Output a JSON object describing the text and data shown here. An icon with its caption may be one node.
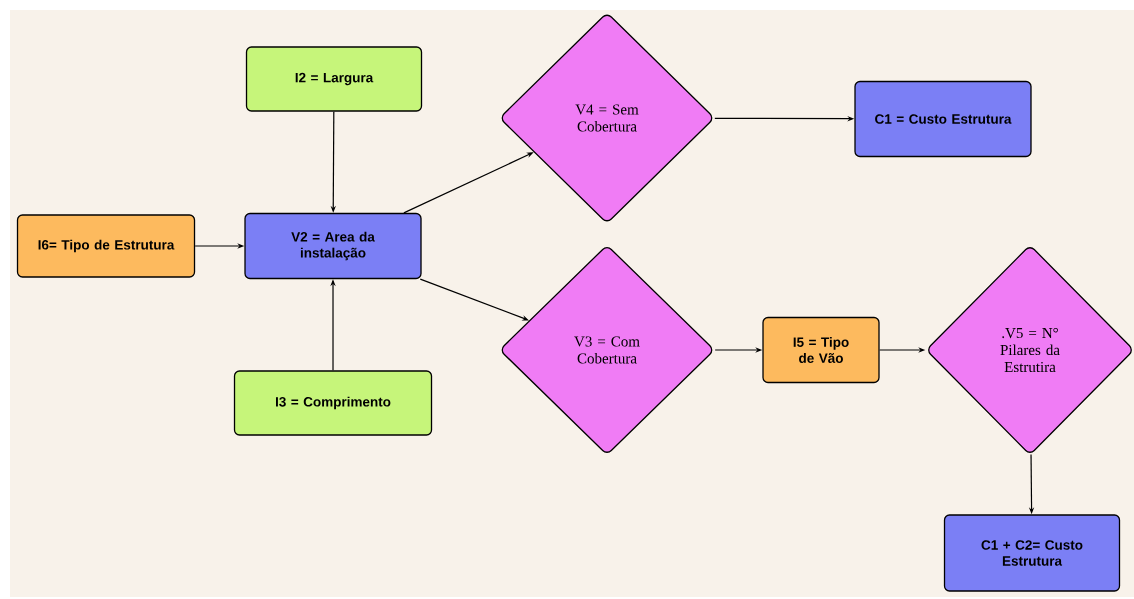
{
  "diagram": {
    "nodes": [
      {
        "text": [
          "I2 = Largura"
        ]
      },
      {
        "text": [
          "I6= Tipo de Estrutura"
        ]
      },
      {
        "text": [
          "V2 = Area da instalação"
        ]
      },
      {
        "text": [
          "I3 = Comprimento"
        ]
      },
      {
        "text": [
          "V4 = Sem Cobertura"
        ]
      },
      {
        "text": [
          "C1 = Custo Estrutura"
        ]
      },
      {
        "text": [
          "V3 = Com Cobertura"
        ]
      },
      {
        "text": [
          "I5 = Tipo de Vão"
        ]
      },
      {
        "text": [
          ".V5 = N° Pilares da Estrutira"
        ]
      },
      {
        "text": [
          "C1 + C2= Custo Estrutura"
        ]
      }
    ],
    "edges": [
      {
        "from": 0,
        "to": 2,
        "arrow": "to"
      },
      {
        "from": 1,
        "to": 2,
        "arrow": "to"
      },
      {
        "from": 3,
        "to": 2,
        "arrow": "to"
      },
      {
        "from": 2,
        "to": 4,
        "arrow": "to"
      },
      {
        "from": 2,
        "to": 6,
        "arrow": "to"
      },
      {
        "from": 4,
        "to": 5,
        "arrow": "to"
      },
      {
        "from": 6,
        "to": 7,
        "arrow": "to"
      },
      {
        "from": 7,
        "to": 8,
        "arrow": "to"
      },
      {
        "from": 8,
        "to": 9,
        "arrow": "to"
      }
    ]
  }
}
